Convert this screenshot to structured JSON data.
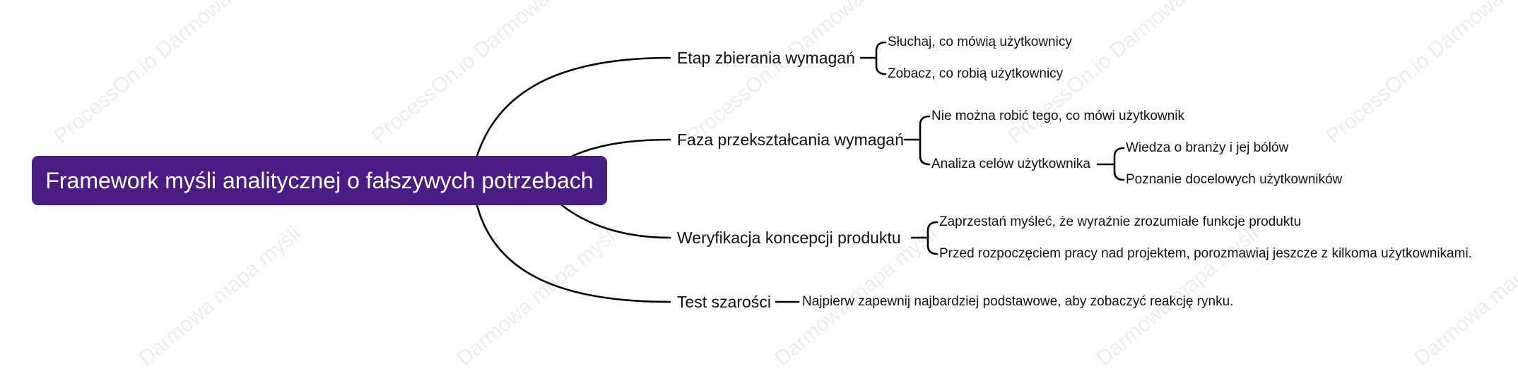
{
  "watermarks": {
    "site": "ProcessOn.io Darmowa mapa myśli",
    "tagline": "Darmowa mapa myśli"
  },
  "colors": {
    "root_bg": "#4a1d85",
    "root_text": "#ffffff",
    "line": "#000000"
  },
  "root": {
    "label": "Framework myśli analitycznej o fałszywych potrzebach"
  },
  "branches": [
    {
      "label": "Etap zbierania wymagań",
      "children": [
        {
          "label": "Słuchaj, co mówią użytkownicy"
        },
        {
          "label": "Zobacz, co robią użytkownicy"
        }
      ]
    },
    {
      "label": "Faza przekształcania wymagań",
      "children": [
        {
          "label": "Nie można robić tego, co mówi użytkownik"
        },
        {
          "label": "Analiza celów użytkownika",
          "children": [
            {
              "label": "Wiedza o branży i jej bólów"
            },
            {
              "label": "Poznanie docelowych użytkowników"
            }
          ]
        }
      ]
    },
    {
      "label": "Weryfikacja koncepcji produktu",
      "children": [
        {
          "label": "Zaprzestań myśleć, że wyraźnie zrozumiałe funkcje produktu"
        },
        {
          "label": "Przed rozpoczęciem pracy nad projektem, porozmawiaj jeszcze z kilkoma użytkownikami."
        }
      ]
    },
    {
      "label": "Test szarości",
      "children": [
        {
          "label": "Najpierw zapewnij najbardziej podstawowe, aby zobaczyć reakcję rynku."
        }
      ]
    }
  ]
}
